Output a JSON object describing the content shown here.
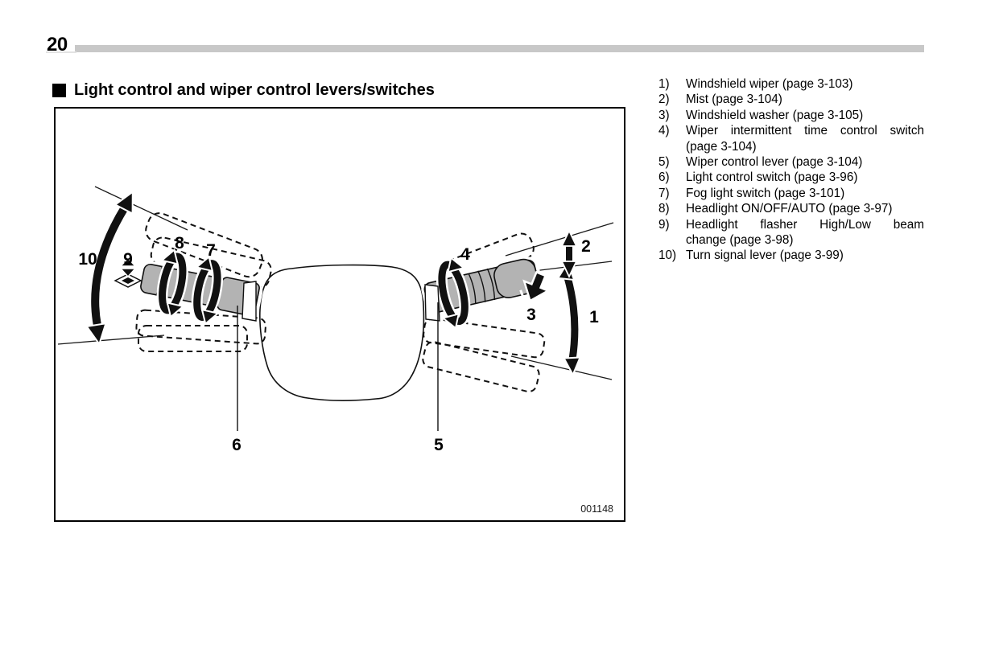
{
  "page": {
    "number": "20"
  },
  "section": {
    "title": "Light control and wiper control levers/switches"
  },
  "figure": {
    "code": "001148"
  },
  "legend": {
    "items": [
      {
        "num": "1)",
        "lines": [
          "Windshield wiper (page 3-103)"
        ]
      },
      {
        "num": "2)",
        "lines": [
          "Mist (page 3-104)"
        ]
      },
      {
        "num": "3)",
        "lines": [
          "Windshield washer (page 3-105)"
        ]
      },
      {
        "num": "4)",
        "lines": [
          "Wiper intermittent time control switch",
          "(page 3-104)"
        ]
      },
      {
        "num": "5)",
        "lines": [
          "Wiper control lever (page 3-104)"
        ]
      },
      {
        "num": "6)",
        "lines": [
          "Light control switch (page 3-96)"
        ]
      },
      {
        "num": "7)",
        "lines": [
          "Fog light switch (page 3-101)"
        ]
      },
      {
        "num": "8)",
        "lines": [
          "Headlight ON/OFF/AUTO (page 3-97)"
        ]
      },
      {
        "num": "9)",
        "lines": [
          "Headlight flasher High/Low beam",
          "change (page 3-98)"
        ]
      },
      {
        "num": "10)",
        "lines": [
          "Turn signal lever (page 3-99)"
        ]
      }
    ]
  },
  "diagram": {
    "callouts": [
      {
        "text": "1"
      },
      {
        "text": "2"
      },
      {
        "text": "3"
      },
      {
        "text": "4"
      },
      {
        "text": "5"
      },
      {
        "text": "6"
      },
      {
        "text": "7"
      },
      {
        "text": "8"
      },
      {
        "text": "9"
      },
      {
        "text": "10"
      }
    ],
    "colors": {
      "lever_gray": "#b3b3b3",
      "ink": "#111111",
      "bar_gray": "#c8c8c8"
    }
  }
}
